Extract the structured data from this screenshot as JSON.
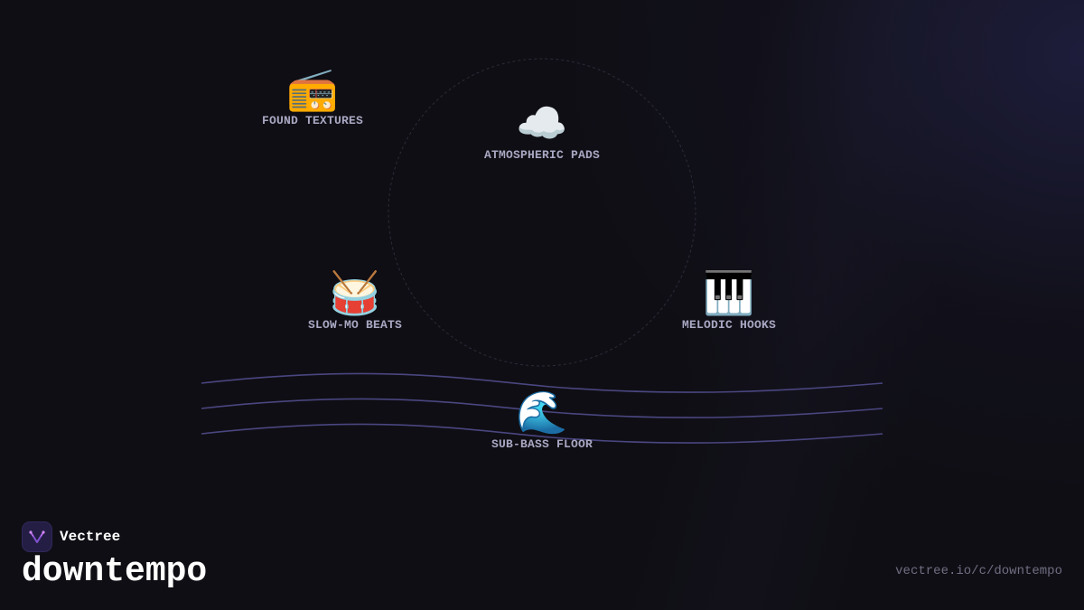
{
  "brand": {
    "name": "Vectree",
    "logo_icon": "vectree-logo-icon"
  },
  "collection": {
    "title": "downtempo",
    "url": "vectree.io/c/downtempo"
  },
  "nodes": [
    {
      "id": "found-textures",
      "label": "FOUND TEXTURES",
      "icon": "📻",
      "icon_name": "radio-icon"
    },
    {
      "id": "atmospheric-pads",
      "label": "ATMOSPHERIC PADS",
      "icon": "☁️",
      "icon_name": "cloud-icon"
    },
    {
      "id": "slow-mo-beats",
      "label": "SLOW-MO BEATS",
      "icon": "🥁",
      "icon_name": "drum-icon"
    },
    {
      "id": "melodic-hooks",
      "label": "MELODIC HOOKS",
      "icon": "🎹",
      "icon_name": "piano-keys-icon"
    },
    {
      "id": "sub-bass-floor",
      "label": "SUB-BASS FLOOR",
      "icon": "🌊",
      "icon_name": "wave-icon"
    }
  ],
  "colors": {
    "background": "#0f0e14",
    "label": "#a9a8c3",
    "wave_line": "#4a4680",
    "ring": "#2c2b3a",
    "url": "#6f6e82",
    "logo_bg": "#241e45",
    "logo_accent": "#b86ef0"
  }
}
